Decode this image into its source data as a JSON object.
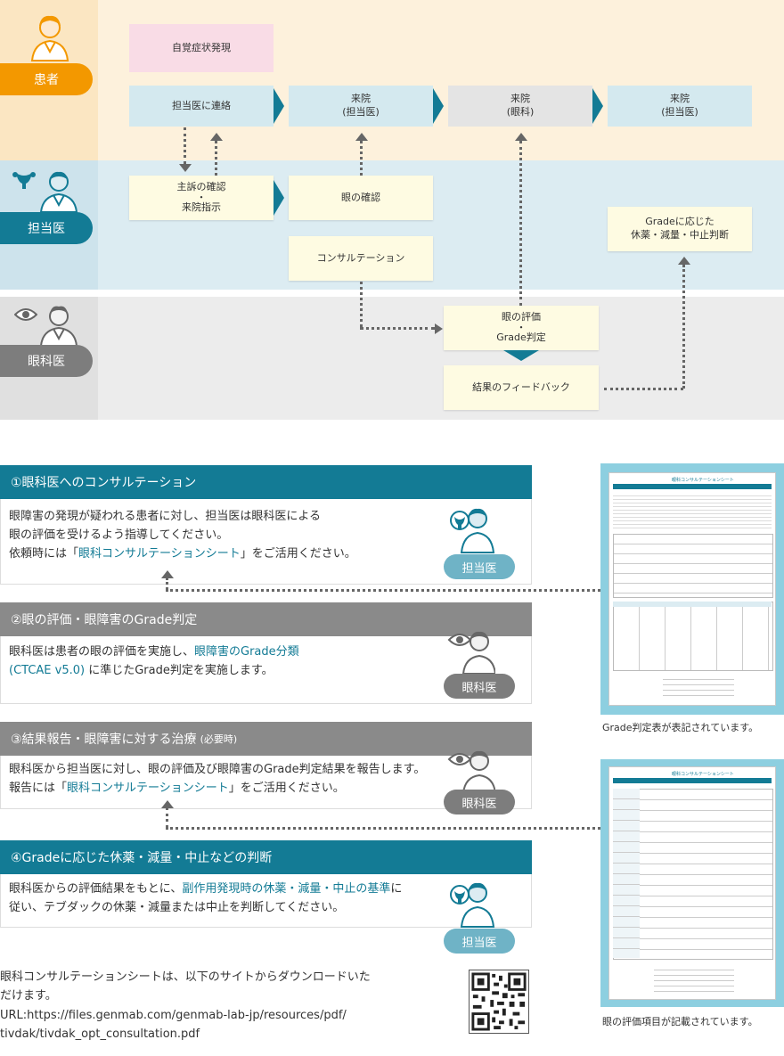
{
  "lanes": {
    "patient": "患者",
    "doctor": "担当医",
    "ophthalmologist": "眼科医"
  },
  "flow": {
    "symptom": "自覚症状発現",
    "contact": "担当医に連絡",
    "visit_doctor_1": "来院",
    "visit_doctor_1_sub": "(担当医)",
    "visit_oph": "来院",
    "visit_oph_sub": "(眼科)",
    "visit_doctor_2": "来院",
    "visit_doctor_2_sub": "(担当医)",
    "complaint_1": "主訴の確認",
    "complaint_dot": "・",
    "complaint_2": "来院指示",
    "eye_check": "眼の確認",
    "consultation": "コンサルテーション",
    "grade_decision_1": "Gradeに応じた",
    "grade_decision_2": "休薬・減量・中止判断",
    "eval_1": "眼の評価",
    "eval_dot": "・",
    "eval_2": "Grade判定",
    "feedback": "結果のフィードバック"
  },
  "sections": [
    {
      "title": "①眼科医へのコンサルテーション",
      "line1": "眼障害の発現が疑われる患者に対し、担当医は眼科医による",
      "line2": "眼の評価を受けるよう指導してください。",
      "line3_pre": "依頼時には「",
      "line3_hl": "眼科コンサルテーションシート",
      "line3_post": "」をご活用ください。",
      "role": "担当医"
    },
    {
      "title": "②眼の評価・眼障害のGrade判定",
      "line1_pre": "眼科医は患者の眼の評価を実施し、",
      "line1_hl": "眼障害のGrade分類",
      "line2_hl": "(CTCAE v5.0)",
      "line2_post": "に準じたGrade判定を実施します。",
      "role": "眼科医"
    },
    {
      "title": "③結果報告・眼障害に対する治療",
      "title_sub": "(必要時)",
      "line1": "眼科医から担当医に対し、眼の評価及び眼障害のGrade判定結果を報告します。",
      "line2_pre": "報告には「",
      "line2_hl": "眼科コンサルテーションシート",
      "line2_post": "」をご活用ください。",
      "role": "眼科医"
    },
    {
      "title": "④Gradeに応じた休薬・減量・中止などの判断",
      "line1_pre": "眼科医からの評価結果をもとに、",
      "line1_hl": "副作用発現時の休薬・減量・中止の基準",
      "line1_post": "に",
      "line2": "従い、テブダックの休薬・減量または中止を判断してください。",
      "role": "担当医"
    }
  ],
  "sheets": {
    "sheet1_title": "眼科コンサルテーションシート",
    "sheet1_caption": "Grade判定表が表記されています。",
    "sheet2_title": "眼科コンサルテーションシート",
    "sheet2_caption": "眼の評価項目が記載されています。"
  },
  "footer": {
    "line1": "眼科コンサルテーションシートは、以下のサイトからダウンロードいた",
    "line2": "だけます。",
    "line3": "URL:https://files.genmab.com/genmab-lab-jp/resources/pdf/",
    "line4": "tivdak/tivdak_opt_consultation.pdf"
  },
  "colors": {
    "teal": "#137b95",
    "orange": "#f39800",
    "gray": "#7d7d7d"
  }
}
